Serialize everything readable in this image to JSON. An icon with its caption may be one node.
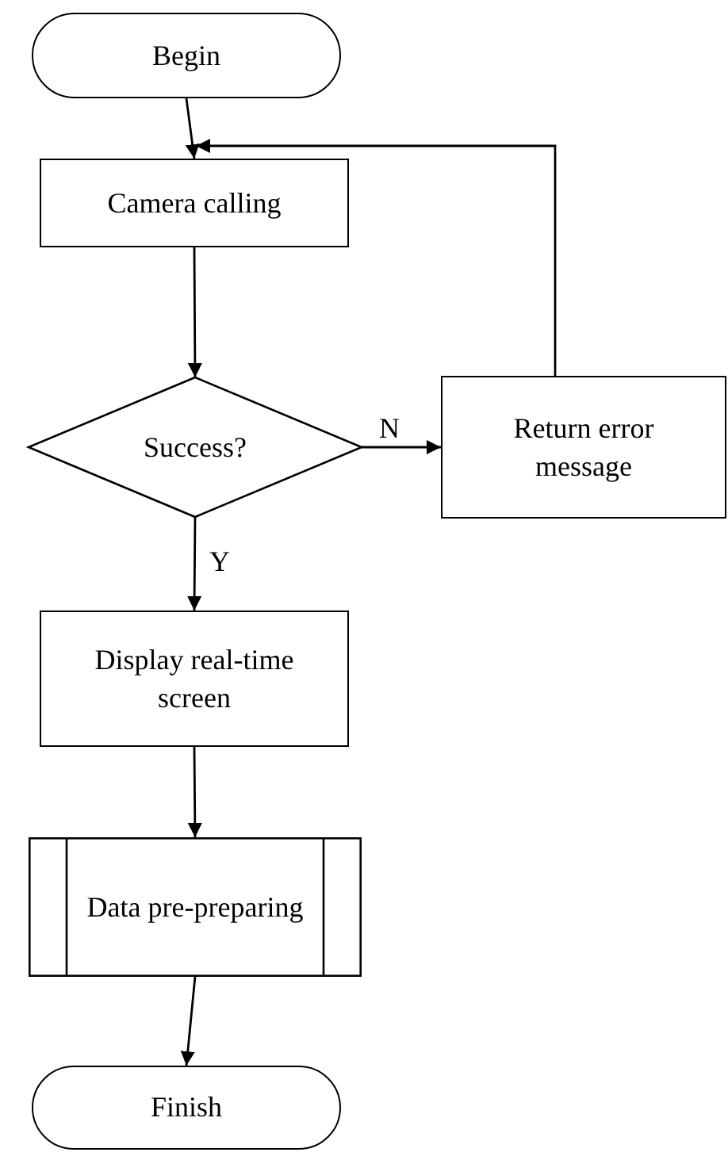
{
  "diagram": {
    "nodes": [
      {
        "text": [
          "Begin"
        ]
      },
      {
        "text": [
          "Camera calling"
        ]
      },
      {
        "text": [
          "Success?"
        ]
      },
      {
        "text": [
          "Return error message"
        ]
      },
      {
        "text": [
          "Display real-time screen"
        ]
      },
      {
        "text": [
          "Data pre-preparing"
        ]
      },
      {
        "text": [
          "Finish"
        ]
      }
    ],
    "edges": [
      {
        "from": 0,
        "to": 1,
        "arrow": "to"
      },
      {
        "from": 1,
        "to": 2,
        "arrow": "to"
      },
      {
        "from": 2,
        "to": 3,
        "arrow": "to",
        "label": "N"
      },
      {
        "from": 3,
        "to": 1,
        "arrow": "to"
      },
      {
        "from": 2,
        "to": 4,
        "arrow": "to",
        "label": "Y"
      },
      {
        "from": 4,
        "to": 5,
        "arrow": "to"
      },
      {
        "from": 5,
        "to": 6,
        "arrow": "to"
      }
    ]
  }
}
